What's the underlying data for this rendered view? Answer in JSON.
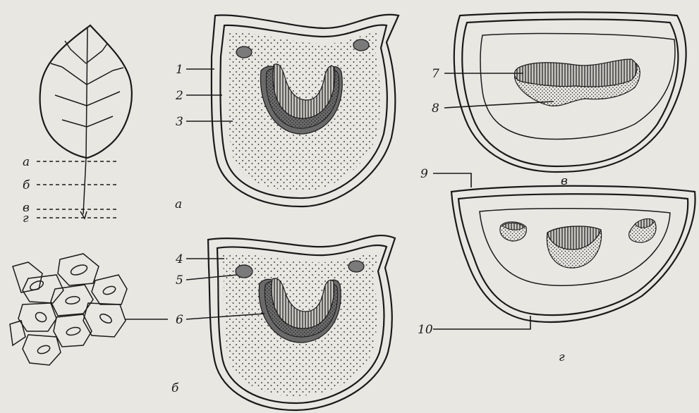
{
  "figure": {
    "leaf_levels": [
      "а",
      "б",
      "в",
      "г"
    ],
    "section_letters": {
      "a": "а",
      "b": "б",
      "c": "в",
      "d": "г"
    },
    "callouts": [
      "1",
      "2",
      "3",
      "4",
      "5",
      "6",
      "7",
      "8",
      "9",
      "10"
    ],
    "colors": {
      "background": "#e9e7e2",
      "ink": "#1a1a1a",
      "dark_tissue": "#5a5a5a",
      "phloem": "#9a9a9a"
    }
  }
}
